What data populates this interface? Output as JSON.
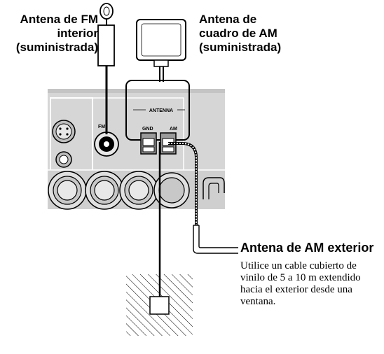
{
  "labels": {
    "fm_antenna": [
      "Antena de FM",
      "interior",
      "(suministrada)"
    ],
    "am_loop_antenna": [
      "Antena de",
      "cuadro de AM",
      "(suministrada)"
    ],
    "am_outdoor_title": "Antena de AM exterior",
    "am_outdoor_desc": "Utilice un cable cubierto de vinilo de 5 a 10 m extendido hacia el exterior desde una ventana."
  },
  "panel": {
    "antenna_group": "ANTENNA",
    "fm_jack": "FM",
    "gnd_terminal": "GND",
    "am_terminal": "AM"
  },
  "colors": {
    "panel_gray": "#d6d6d6",
    "panel_dark": "#bdbdbd",
    "line": "#000000"
  }
}
